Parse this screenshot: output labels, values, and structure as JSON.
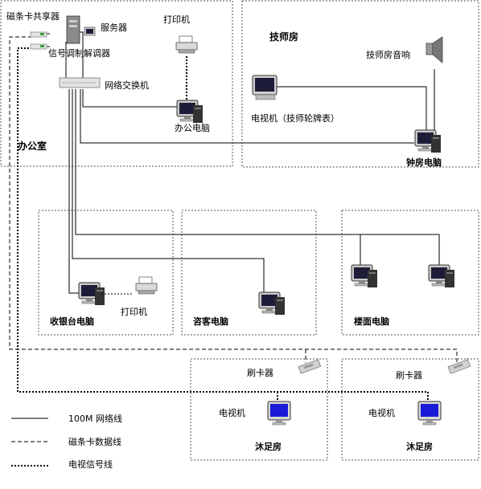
{
  "rooms": {
    "office": "办公室",
    "technician": "技师房",
    "bell": "钟房电脑",
    "cashier": "收银台电脑",
    "guest": "咨客电脑",
    "floor": "楼面电脑",
    "foot1": "沐足房",
    "foot2": "沐足房"
  },
  "labels": {
    "card_server": "磁条卡共享器",
    "server": "服务器",
    "modem": "信号调制解调器",
    "printer_office": "打印机",
    "switch": "网络交换机",
    "office_pc": "办公电脑",
    "tech_tv": "电视机（技师轮牌表）",
    "tech_speaker": "技师房音响",
    "printer_cashier": "打印机",
    "card_reader_1": "刷卡器",
    "card_reader_2": "刷卡器",
    "tv_1": "电视机",
    "tv_2": "电视机"
  },
  "legend": [
    {
      "style": "solid",
      "label": "100M 网络线"
    },
    {
      "style": "dashed",
      "label": "磁条卡数据线"
    },
    {
      "style": "dotted",
      "label": "电视信号线"
    }
  ]
}
